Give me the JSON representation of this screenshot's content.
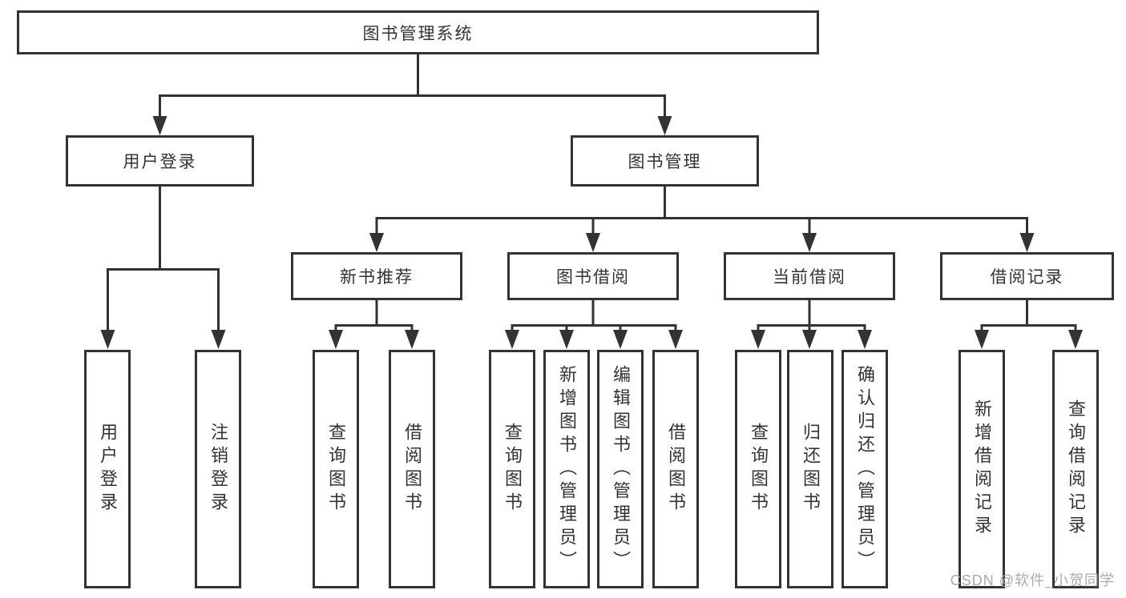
{
  "diagram_title": "图书管理系统",
  "nodes": {
    "root": {
      "label": "图书管理系统"
    },
    "user_login": {
      "label": "用户登录"
    },
    "book_mgmt": {
      "label": "图书管理"
    },
    "new_book_rec": {
      "label": "新书推荐"
    },
    "book_borrow": {
      "label": "图书借阅"
    },
    "current_borrow": {
      "label": "当前借阅"
    },
    "borrow_records": {
      "label": "借阅记录"
    },
    "leaf_user_login": {
      "label": "用户登录"
    },
    "leaf_logout": {
      "label": "注销登录"
    },
    "rec_query_book": {
      "label": "查询图书"
    },
    "rec_borrow_book": {
      "label": "借阅图书"
    },
    "bor_query_book": {
      "label": "查询图书"
    },
    "bor_add_book": {
      "label": "新增图书（管理员）"
    },
    "bor_edit_book": {
      "label": "编辑图书（管理员）"
    },
    "bor_borrow_book": {
      "label": "借阅图书"
    },
    "cur_query_book": {
      "label": "查询图书"
    },
    "cur_return_book": {
      "label": "归还图书"
    },
    "cur_confirm_return": {
      "label": "确认归还（管理员）"
    },
    "rcd_add_record": {
      "label": "新增借阅记录"
    },
    "rcd_query_record": {
      "label": "查询借阅记录"
    }
  },
  "hierarchy": {
    "root": "图书管理系统",
    "children": [
      {
        "label": "用户登录",
        "children": [
          "用户登录",
          "注销登录"
        ]
      },
      {
        "label": "图书管理",
        "children": [
          {
            "label": "新书推荐",
            "children": [
              "查询图书",
              "借阅图书"
            ]
          },
          {
            "label": "图书借阅",
            "children": [
              "查询图书",
              "新增图书（管理员）",
              "编辑图书（管理员）",
              "借阅图书"
            ]
          },
          {
            "label": "当前借阅",
            "children": [
              "查询图书",
              "归还图书",
              "确认归还（管理员）"
            ]
          },
          {
            "label": "借阅记录",
            "children": [
              "新增借阅记录",
              "查询借阅记录"
            ]
          }
        ]
      }
    ]
  },
  "watermark": "CSDN @软件_小贺同学",
  "colors": {
    "line": "#333333",
    "box_border": "#333333",
    "box_background": "#ffffff",
    "text": "#333333",
    "watermark": "#a9a9b2",
    "background": "#ffffff"
  }
}
